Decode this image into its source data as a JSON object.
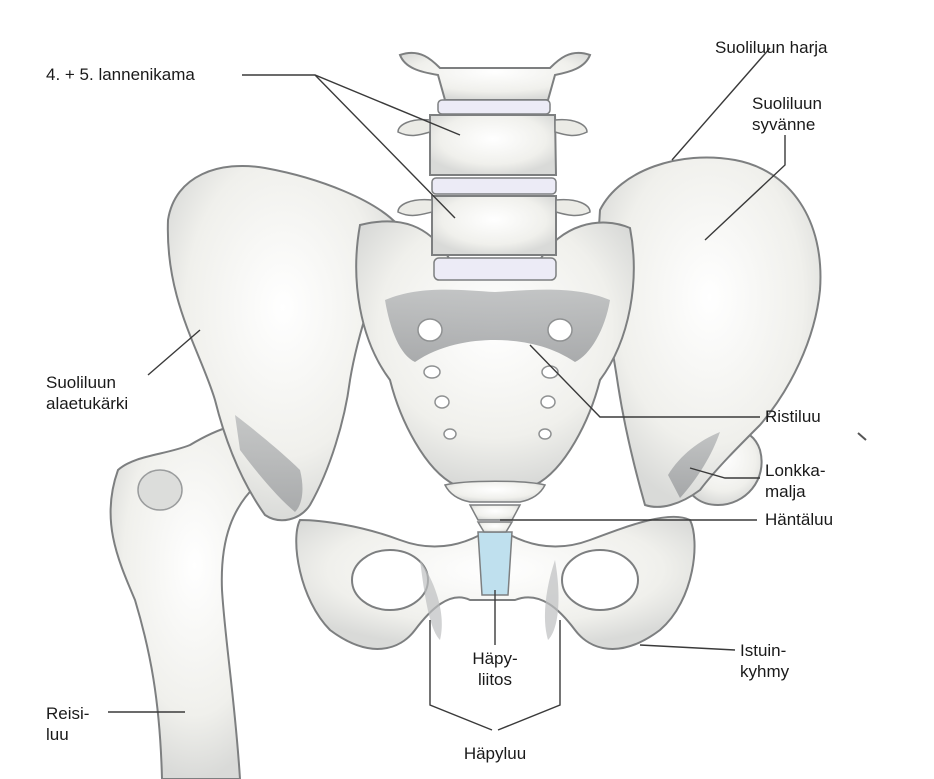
{
  "labels": {
    "lumbar_vertebrae": "4. + 5. lannenikama",
    "iliac_crest": "Suoliluun harja",
    "iliac_fossa": "Suoliluun\nsyvänne",
    "anterior_inferior_iliac_spine": "Suoliluun\nalaetukärki",
    "sacrum": "Ristiluu",
    "acetabulum": "Lonkka-\nmalja",
    "coccyx": "Häntäluu",
    "ischial_tuberosity": "Istuin-\nkyhmy",
    "pubic_symphysis": "Häpy-\nliitos",
    "femur": "Reisi-\nluu",
    "pubic_bone": "Häpyluu"
  },
  "colors": {
    "bone": "#f3f3ee",
    "bone_shadow": "#c9cbca",
    "bone_dark": "#8f9192",
    "disc": "#ecebf6",
    "symphysis": "#bfe0ee",
    "leader": "#3a3a3a"
  }
}
